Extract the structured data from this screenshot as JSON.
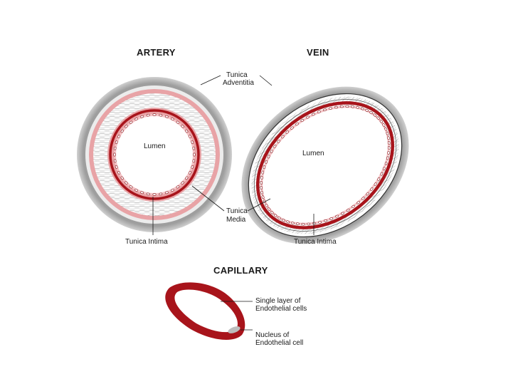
{
  "titles": {
    "artery": "ARTERY",
    "vein": "VEIN",
    "capillary": "CAPILLARY"
  },
  "labels": {
    "tunica_adventitia_1": "Tunica",
    "tunica_adventitia_2": "Adventitia",
    "tunica_media_1": "Tunica",
    "tunica_media_2": "Media",
    "artery_lumen": "Lumen",
    "vein_lumen": "Lumen",
    "artery_tunica_intima": "Tunica Intima",
    "vein_tunica_intima": "Tunica Intima",
    "single_layer_1": "Single layer of",
    "single_layer_2": "Endothelial cells",
    "nucleus_1": "Nucleus of",
    "nucleus_2": "Endothelial cell"
  },
  "colors": {
    "adventitia_gray": "#9a9a9a",
    "pink": "#e8a3a6",
    "dark_red": "#a8141b",
    "nucleus_gray": "#bdbdbd"
  }
}
